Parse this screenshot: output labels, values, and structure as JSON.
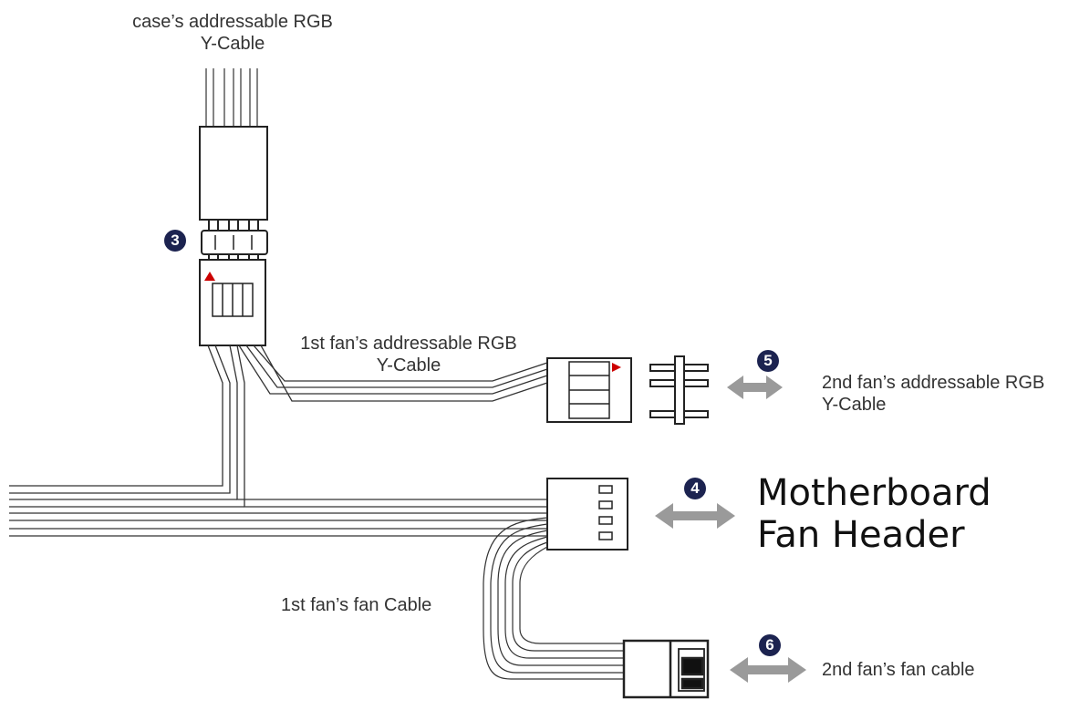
{
  "labels": {
    "case_cable": [
      "case’s addressable RGB",
      "Y-Cable"
    ],
    "fan1_rgb": [
      "1st fan’s addressable RGB",
      "Y-Cable"
    ],
    "fan2_rgb": [
      "2nd fan’s addressable RGB",
      "Y-Cable"
    ],
    "motherboard": [
      "Motherboard",
      "Fan Header"
    ],
    "fan1_cable": "1st fan’s fan Cable",
    "fan2_cable": "2nd fan’s fan cable"
  },
  "badges": {
    "b3": "3",
    "b4": "4",
    "b5": "5",
    "b6": "6"
  },
  "colors": {
    "wire": "#333333",
    "arrow": "#9a9a9a",
    "badge": "#1c2350",
    "marker": "#cc0000"
  }
}
